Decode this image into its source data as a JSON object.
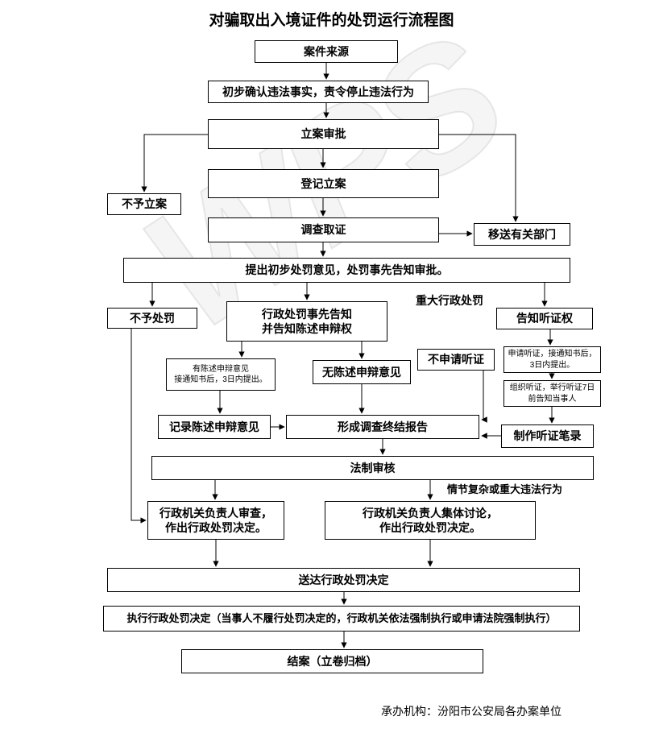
{
  "title": "对骗取出入境证件的处罚运行流程图",
  "watermark": "WPS",
  "footer": "承办机构：汾阳市公安局各办案单位",
  "labels": {
    "major_penalty": "重大行政处罚",
    "complex_case": "情节复杂或重大违法行为"
  },
  "nodes": {
    "case_source": "案件来源",
    "initial_confirm": "初步确认违法事实，责令停止违法行为",
    "filing_approval": "立案审批",
    "register_filing": "登记立案",
    "no_filing": "不予立案",
    "investigation": "调查取证",
    "transfer": "移送有关部门",
    "initial_opinion": "提出初步处罚意见，处罚事先告知审批。",
    "no_penalty": "不予处罚",
    "prior_notice": "行政处罚事先告知\n并告知陈述申辩权",
    "hearing_right": "告知听证权",
    "has_statement": "有陈述申辩意见\n接通知书后，3日内提出。",
    "no_statement": "无陈述申辩意见",
    "no_hearing": "不申请听证",
    "request_hearing": "申请听证，接通知书后，3日内提出。",
    "organize_hearing": "组织听证，举行听证7日前告知当事人",
    "record_statement": "记录陈述申辩意见",
    "final_report": "形成调查终结报告",
    "hearing_transcript": "制作听证笔录",
    "legal_review": "法制审核",
    "leader_review": "行政机关负责人审查，\n作出行政处罚决定。",
    "collective": "行政机关负责人集体讨论，\n作出行政处罚决定。",
    "deliver": "送达行政处罚决定",
    "execute": "执行行政处罚决定（当事人不履行处罚决定的，行政机关依法强制执行或申请法院强制执行）",
    "close_case": "结案（立卷归档）"
  }
}
